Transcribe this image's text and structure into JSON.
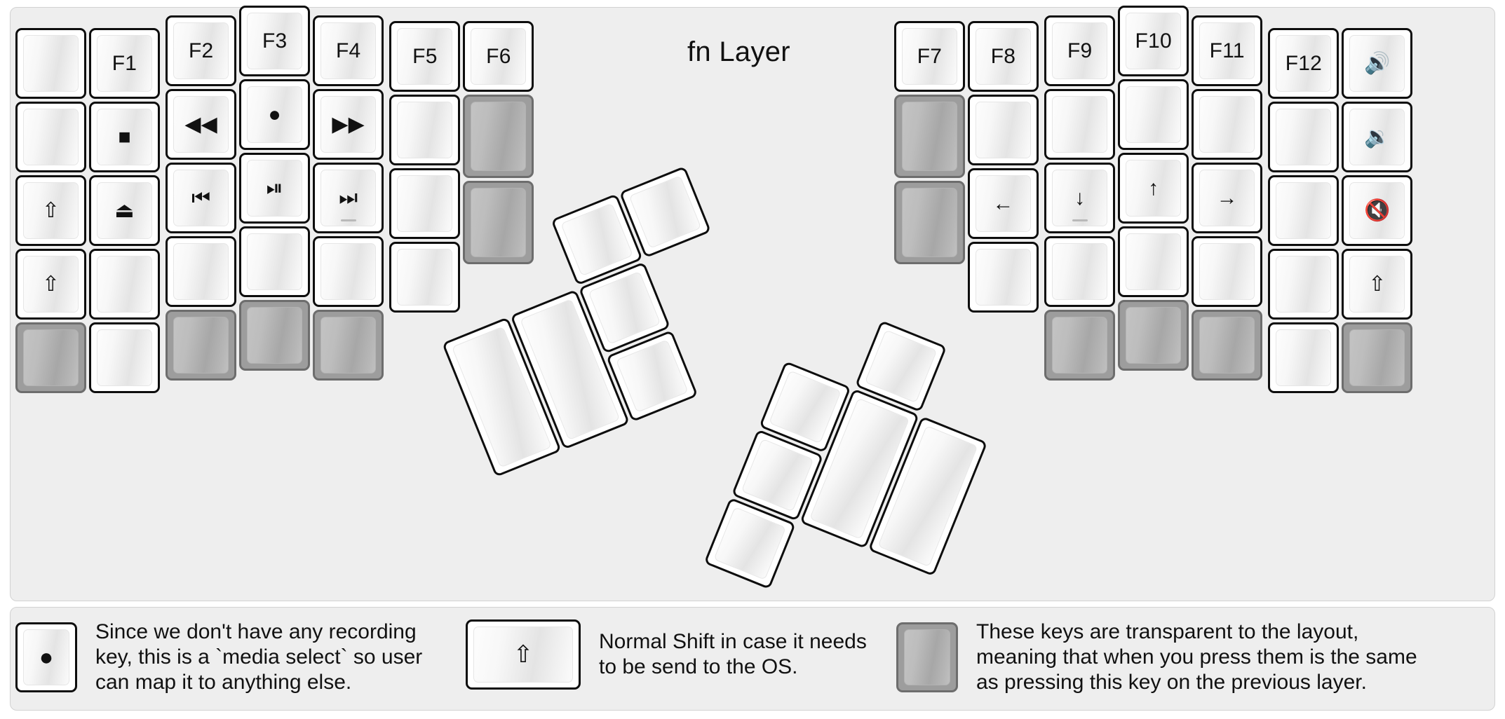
{
  "title": "fn Layer",
  "colors": {
    "background": "#eeeeee",
    "key_border": "#0d0d0d",
    "key_face_light": "#fdfdfd",
    "key_face_shade": "#e4e4e4",
    "transparent_key_fill": "#9d9d9d",
    "transparent_key_border": "#6d6d6d",
    "text": "#111111"
  },
  "glyphs": {
    "record": "●",
    "stop": "■",
    "eject": "⏏",
    "rewind": "◀◀",
    "fast_forward": "▶▶",
    "prev_track": "⏮",
    "play_pause": "⏯",
    "next_track": "⏭",
    "caps_lock": "⇧",
    "shift": "⇧",
    "arrow_left": "←",
    "arrow_down": "↓",
    "arrow_up": "↑",
    "arrow_right": "→",
    "volume_up": "🔊",
    "volume_down": "🔉",
    "mute": "🔇"
  },
  "left_half": {
    "columns": [
      {
        "name": "pinky-outer",
        "keys": [
          {
            "label": "",
            "icon": "",
            "transparent": false
          },
          {
            "label": "",
            "icon": "",
            "transparent": false
          },
          {
            "label": "",
            "icon": "caps-lock-icon",
            "transparent": false
          },
          {
            "label": "",
            "icon": "shift-icon",
            "transparent": false
          },
          {
            "label": "",
            "icon": "",
            "transparent": true
          }
        ]
      },
      {
        "name": "pinky",
        "keys": [
          {
            "label": "F1",
            "icon": "",
            "transparent": false
          },
          {
            "label": "",
            "icon": "stop-icon",
            "transparent": false
          },
          {
            "label": "",
            "icon": "eject-icon",
            "transparent": false
          },
          {
            "label": "",
            "icon": "",
            "transparent": false
          },
          {
            "label": "",
            "icon": "",
            "transparent": false
          }
        ]
      },
      {
        "name": "ring",
        "keys": [
          {
            "label": "F2",
            "icon": "",
            "transparent": false
          },
          {
            "label": "",
            "icon": "rewind-icon",
            "transparent": false
          },
          {
            "label": "",
            "icon": "prev-track-icon",
            "transparent": false
          },
          {
            "label": "",
            "icon": "",
            "transparent": false
          },
          {
            "label": "",
            "icon": "",
            "transparent": true
          }
        ]
      },
      {
        "name": "middle",
        "keys": [
          {
            "label": "F3",
            "icon": "",
            "transparent": false
          },
          {
            "label": "",
            "icon": "record-icon",
            "transparent": false
          },
          {
            "label": "",
            "icon": "play-pause-icon",
            "transparent": false
          },
          {
            "label": "",
            "icon": "",
            "transparent": false
          },
          {
            "label": "",
            "icon": "",
            "transparent": true
          }
        ]
      },
      {
        "name": "index",
        "keys": [
          {
            "label": "F4",
            "icon": "",
            "transparent": false
          },
          {
            "label": "",
            "icon": "fast-forward-icon",
            "transparent": false
          },
          {
            "label": "",
            "icon": "next-track-icon",
            "transparent": false,
            "homing": true
          },
          {
            "label": "",
            "icon": "",
            "transparent": false
          },
          {
            "label": "",
            "icon": "",
            "transparent": true
          }
        ]
      },
      {
        "name": "inner",
        "keys": [
          {
            "label": "F5",
            "icon": "",
            "transparent": false
          },
          {
            "label": "",
            "icon": "",
            "transparent": false
          },
          {
            "label": "",
            "icon": "",
            "transparent": false
          },
          {
            "label": "",
            "icon": "",
            "transparent": false
          }
        ]
      },
      {
        "name": "inner-extra",
        "keys": [
          {
            "label": "F6",
            "icon": "",
            "transparent": false
          },
          {
            "label": "",
            "icon": "",
            "transparent": true,
            "tall": true
          },
          {
            "label": "",
            "icon": "",
            "transparent": true,
            "tall": true
          }
        ]
      }
    ]
  },
  "right_half": {
    "columns": [
      {
        "name": "inner-extra",
        "keys": [
          {
            "label": "F7",
            "icon": "",
            "transparent": false
          },
          {
            "label": "",
            "icon": "",
            "transparent": true,
            "tall": true
          },
          {
            "label": "",
            "icon": "",
            "transparent": true,
            "tall": true
          }
        ]
      },
      {
        "name": "inner",
        "keys": [
          {
            "label": "F8",
            "icon": "",
            "transparent": false
          },
          {
            "label": "",
            "icon": "",
            "transparent": false
          },
          {
            "label": "",
            "icon": "arrow-left-icon",
            "transparent": false
          },
          {
            "label": "",
            "icon": "",
            "transparent": false
          }
        ]
      },
      {
        "name": "index",
        "keys": [
          {
            "label": "F9",
            "icon": "",
            "transparent": false
          },
          {
            "label": "",
            "icon": "",
            "transparent": false
          },
          {
            "label": "",
            "icon": "arrow-down-icon",
            "transparent": false,
            "homing": true
          },
          {
            "label": "",
            "icon": "",
            "transparent": false
          },
          {
            "label": "",
            "icon": "",
            "transparent": true
          }
        ]
      },
      {
        "name": "middle",
        "keys": [
          {
            "label": "F10",
            "icon": "",
            "transparent": false
          },
          {
            "label": "",
            "icon": "",
            "transparent": false
          },
          {
            "label": "",
            "icon": "arrow-up-icon",
            "transparent": false
          },
          {
            "label": "",
            "icon": "",
            "transparent": false
          },
          {
            "label": "",
            "icon": "",
            "transparent": true
          }
        ]
      },
      {
        "name": "ring",
        "keys": [
          {
            "label": "F11",
            "icon": "",
            "transparent": false
          },
          {
            "label": "",
            "icon": "",
            "transparent": false
          },
          {
            "label": "",
            "icon": "arrow-right-icon",
            "transparent": false
          },
          {
            "label": "",
            "icon": "",
            "transparent": false
          },
          {
            "label": "",
            "icon": "",
            "transparent": true
          }
        ]
      },
      {
        "name": "pinky",
        "keys": [
          {
            "label": "F12",
            "icon": "",
            "transparent": false
          },
          {
            "label": "",
            "icon": "",
            "transparent": false
          },
          {
            "label": "",
            "icon": "",
            "transparent": false
          },
          {
            "label": "",
            "icon": "",
            "transparent": false
          },
          {
            "label": "",
            "icon": "",
            "transparent": false
          }
        ]
      },
      {
        "name": "pinky-outer",
        "keys": [
          {
            "label": "",
            "icon": "volume-up-icon",
            "transparent": false
          },
          {
            "label": "",
            "icon": "volume-down-icon",
            "transparent": false
          },
          {
            "label": "",
            "icon": "mute-icon",
            "transparent": false
          },
          {
            "label": "",
            "icon": "shift-icon",
            "transparent": false
          },
          {
            "label": "",
            "icon": "",
            "transparent": true
          }
        ]
      }
    ]
  },
  "left_thumb_cluster": {
    "keys": [
      {
        "label": "",
        "size": "2u-vertical"
      },
      {
        "label": "",
        "size": "2u-vertical"
      },
      {
        "label": "",
        "size": "1u"
      },
      {
        "label": "",
        "size": "1u"
      },
      {
        "label": "",
        "size": "1u"
      },
      {
        "label": "",
        "size": "1u"
      }
    ]
  },
  "right_thumb_cluster": {
    "keys": [
      {
        "label": "",
        "size": "1u"
      },
      {
        "label": "",
        "size": "1u"
      },
      {
        "label": "",
        "size": "1u"
      },
      {
        "label": "",
        "size": "1u"
      },
      {
        "label": "",
        "size": "2u-vertical"
      },
      {
        "label": "",
        "size": "2u-vertical"
      }
    ]
  },
  "legend": [
    {
      "key_icon": "record-icon",
      "key_style": "normal",
      "text": "Since we don't have any recording\nkey, this is a `media select` so user\ncan map it to anything else."
    },
    {
      "key_icon": "shift-icon",
      "key_style": "normal-wide",
      "text": "Normal Shift in case it needs\nto be send to the OS."
    },
    {
      "key_icon": "",
      "key_style": "transparent",
      "text": "These keys are transparent to the layout,\nmeaning that when you press them is the same\nas pressing this key on the previous layer."
    }
  ]
}
